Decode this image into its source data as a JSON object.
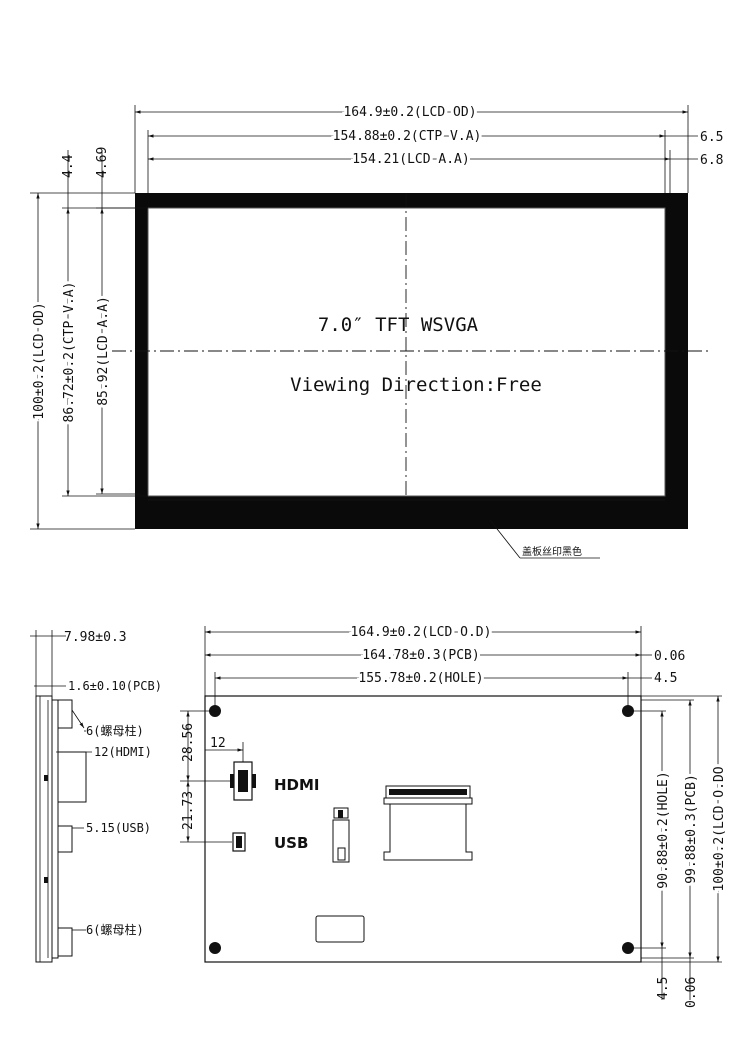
{
  "top_view": {
    "dims": {
      "lcd_od_width": "164.9±0.2(LCD OD)",
      "ctp_va_width": "154.88±0.2(CTP V.A)",
      "lcd_aa_width": "154.21(LCD A.A)",
      "right_offset_ctp": "6.5",
      "right_offset_aa": "6.8",
      "top_offset_1": "4.4",
      "top_offset_2": "4.69",
      "lcd_od_height": "100±0.2(LCD OD)",
      "ctp_va_height": "86.72±0.2(CTP V.A)",
      "lcd_aa_height": "85.92(LCD A.A)"
    },
    "title": "7.0″ TFT WSVGA",
    "viewing": "Viewing Direction:Free",
    "note": "盖板丝印黑色"
  },
  "side_view": {
    "thickness": "7.98±0.3",
    "pcb": "1.6±0.10(PCB)",
    "nut_top": "6(螺母柱)",
    "hdmi": "12(HDMI)",
    "usb": "5.15(USB)",
    "nut_bottom": "6(螺母柱)"
  },
  "back_view": {
    "dims": {
      "lcd_od_width": "164.9±0.2(LCD O.D)",
      "pcb_width": "164.78±0.3(PCB)",
      "hole_width": "155.78±0.2(HOLE)",
      "right_006": "0.06",
      "right_45": "4.5",
      "hole_height": "90.88±0.2(HOLE)",
      "pcb_height": "99.88±0.3(PCB)",
      "lcd_od_height": "100±0.2(LCD O.DO",
      "bottom_45": "4.5",
      "bottom_006": "0.06",
      "hdmi_y": "28.56",
      "usb_y": "21.73",
      "hdmi_x": "12"
    },
    "hdmi_label": "HDMI",
    "usb_label": "USB"
  }
}
